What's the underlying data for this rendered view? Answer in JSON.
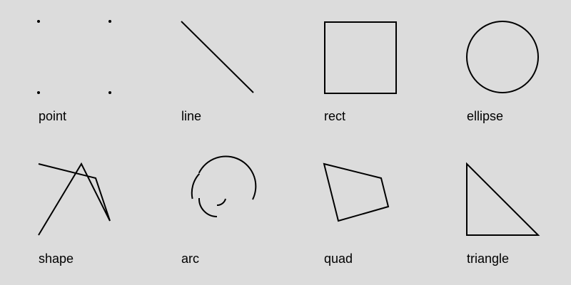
{
  "background_color": "#dcdcdc",
  "stroke_color": "#000000",
  "primitives": [
    {
      "label": "point"
    },
    {
      "label": "line"
    },
    {
      "label": "rect"
    },
    {
      "label": "ellipse"
    },
    {
      "label": "shape"
    },
    {
      "label": "arc"
    },
    {
      "label": "quad"
    },
    {
      "label": "triangle"
    }
  ]
}
